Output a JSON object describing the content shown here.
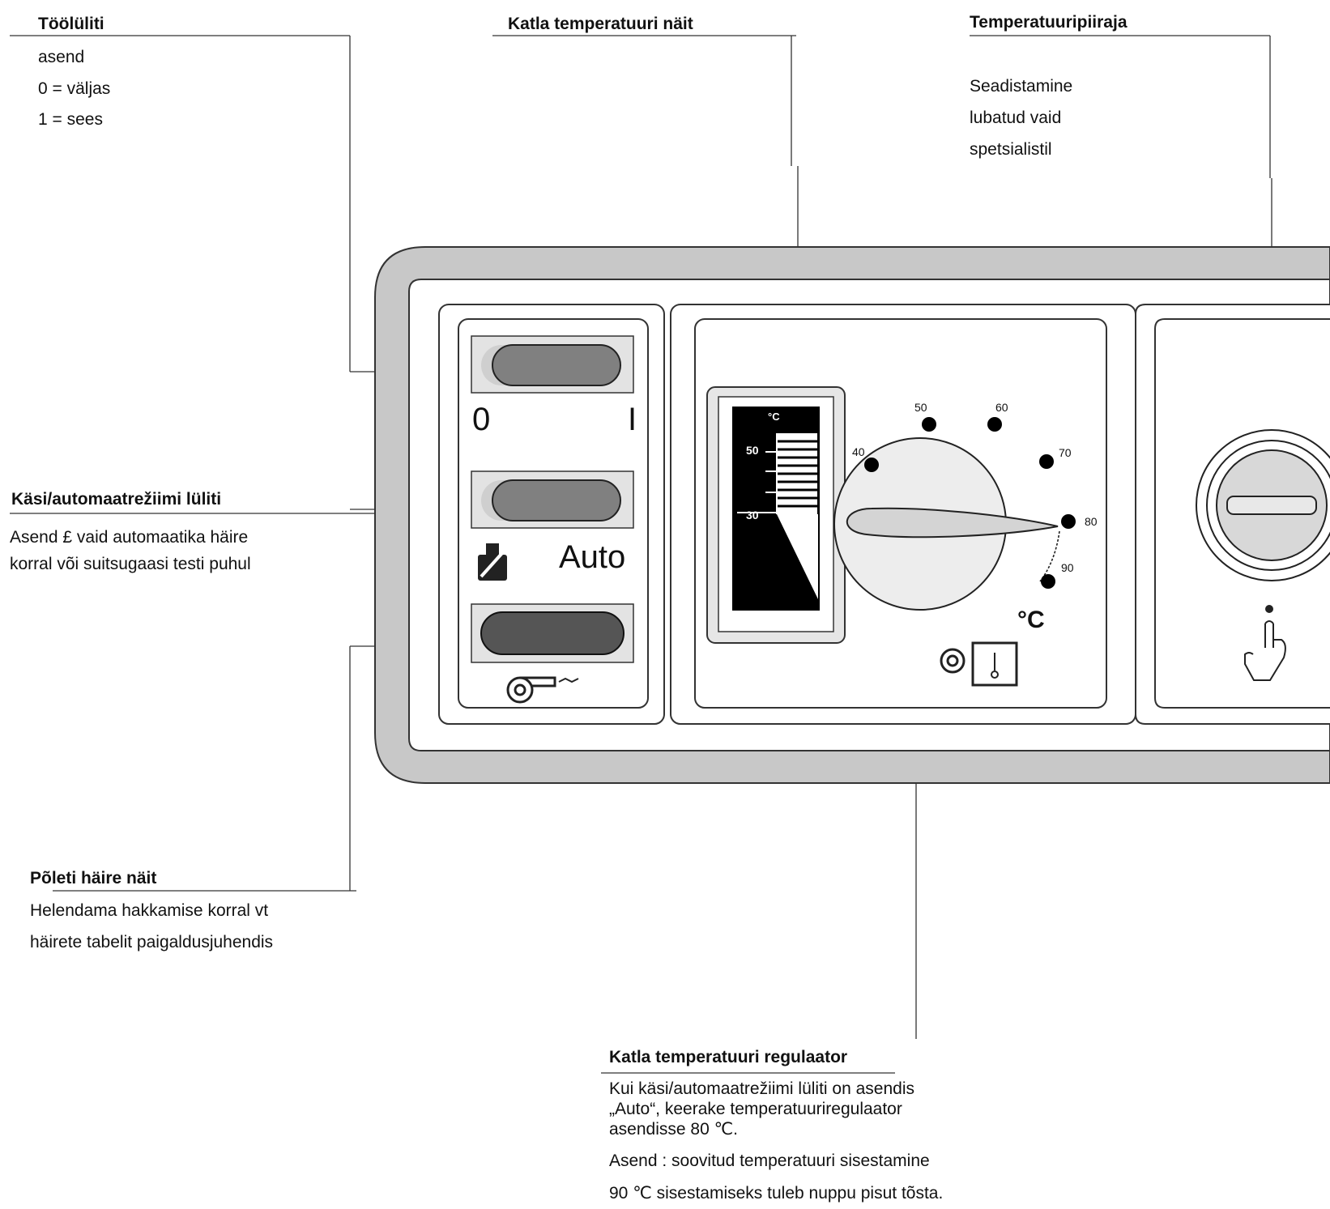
{
  "callouts": {
    "toolulit": {
      "title": "Töölüliti",
      "lines": [
        "asend",
        "0 = väljas",
        "1 = sees"
      ]
    },
    "katla_temp_nait": {
      "title": "Katla temperatuuri näit"
    },
    "temp_piiraja": {
      "title": "Temperatuuripiiraja",
      "lines": [
        "Seadistamine",
        "lubatud vaid",
        "spetsialistil"
      ]
    },
    "kasi_auto": {
      "title": "Käsi/automaatrežiimi lüliti",
      "lines": [
        "Asend £ vaid automaatika häire",
        "korral või suitsugaasi testi puhul"
      ]
    },
    "poleti_haire": {
      "title": "Põleti häire näit",
      "lines": [
        "Helendama hakkamise korral vt",
        "häirete tabelit paigaldusjuhendis"
      ]
    },
    "katla_regulaator": {
      "title": "Katla temperatuuri regulaator",
      "lines": [
        "Kui käsi/automaatrežiimi lüliti on asendis",
        "„Auto“, keerake temperatuuriregulaator",
        "asendisse 80 ℃.",
        "Asend : soovitud temperatuuri sisestamine",
        "90 ℃ sisestamiseks tuleb nuppu pisut tõsta."
      ]
    }
  },
  "panel": {
    "switch_labels": {
      "off": "0",
      "on": "I",
      "auto": "Auto"
    },
    "gauge": {
      "unit": "°C",
      "ticks": [
        "50",
        "30"
      ]
    },
    "dial": {
      "unit": "°C",
      "marks": [
        "40",
        "50",
        "60",
        "70",
        "80",
        "90"
      ]
    }
  },
  "colors": {
    "panel_frame": "#c8c8c8",
    "switch_body": "#808080",
    "indicator": "#555555",
    "dial_face": "#ededed",
    "gauge_black": "#000000"
  },
  "icons": [
    "burner-fan-icon",
    "hand-auto-icon",
    "thermostat-icon",
    "reset-hand-icon"
  ]
}
